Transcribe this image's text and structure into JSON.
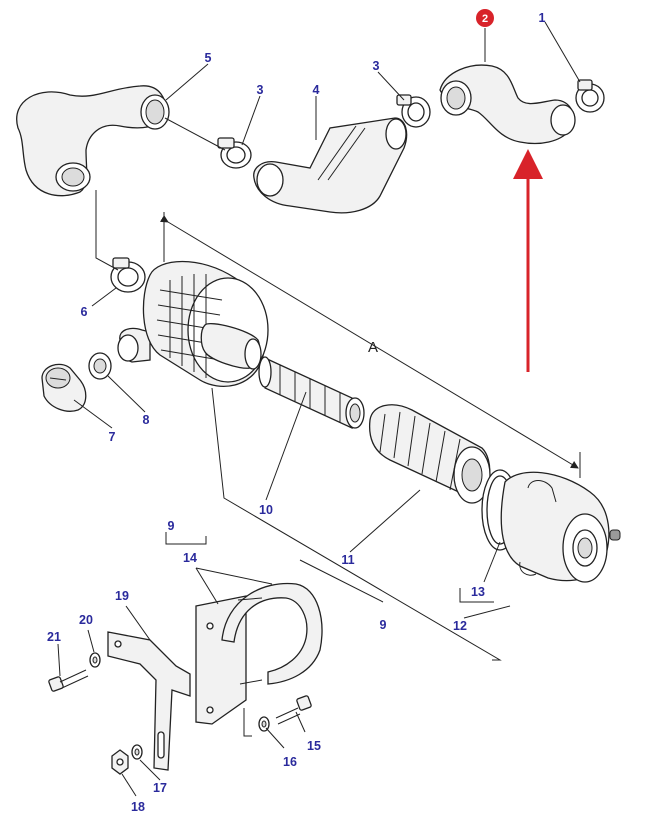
{
  "callouts": {
    "c1": "1",
    "c2": "2",
    "c3a": "3",
    "c3b": "3",
    "c4": "4",
    "c5": "5",
    "c6": "6",
    "c7": "7",
    "c8": "8",
    "c9a": "9",
    "c9b": "9",
    "c10": "10",
    "c11": "11",
    "c12": "12",
    "c13": "13",
    "c14": "14",
    "c15": "15",
    "c16": "16",
    "c17": "17",
    "c18": "18",
    "c19": "19",
    "c20": "20",
    "c21": "21"
  },
  "dimension_label": "A",
  "colors": {
    "highlight": "#d8232a",
    "callout_text": "#2a2a9c",
    "line": "#222222"
  }
}
